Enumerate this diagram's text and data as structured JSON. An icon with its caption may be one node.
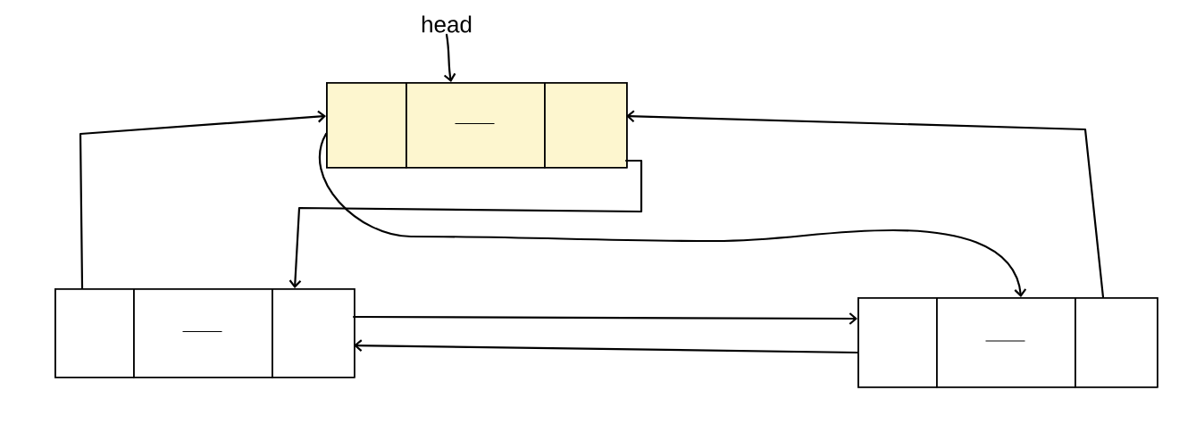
{
  "diagram": {
    "nodes": [
      {
        "text": [
          "head"
        ]
      },
      {
        "text": [],
        "shape": "box"
      },
      {
        "text": [],
        "shape": "box",
        "in": 1
      },
      {
        "text": [],
        "shape": "box",
        "in": 1
      },
      {
        "text": [],
        "shape": "box",
        "in": 1
      },
      {
        "text": [],
        "shape": "box"
      },
      {
        "text": [],
        "shape": "box",
        "in": 5
      },
      {
        "text": [],
        "shape": "box",
        "in": 5
      },
      {
        "text": [],
        "shape": "box",
        "in": 5
      },
      {
        "text": [],
        "shape": "box"
      },
      {
        "text": [],
        "shape": "box",
        "in": 9
      },
      {
        "text": [],
        "shape": "box",
        "in": 9
      },
      {
        "text": [],
        "shape": "box",
        "in": 9
      }
    ],
    "edges": [
      {
        "from": 0,
        "to": 3,
        "arrow": "to"
      },
      {
        "from": 6,
        "to": 2,
        "arrow": "to"
      },
      {
        "from": 12,
        "to": 4,
        "arrow": "to"
      },
      {
        "from": 4,
        "to": 8,
        "arrow": "to"
      },
      {
        "from": 2,
        "to": 11,
        "arrow": "to"
      },
      {
        "from": 8,
        "to": 10,
        "arrow": "to"
      },
      {
        "from": 10,
        "to": 8,
        "arrow": "to"
      }
    ]
  }
}
